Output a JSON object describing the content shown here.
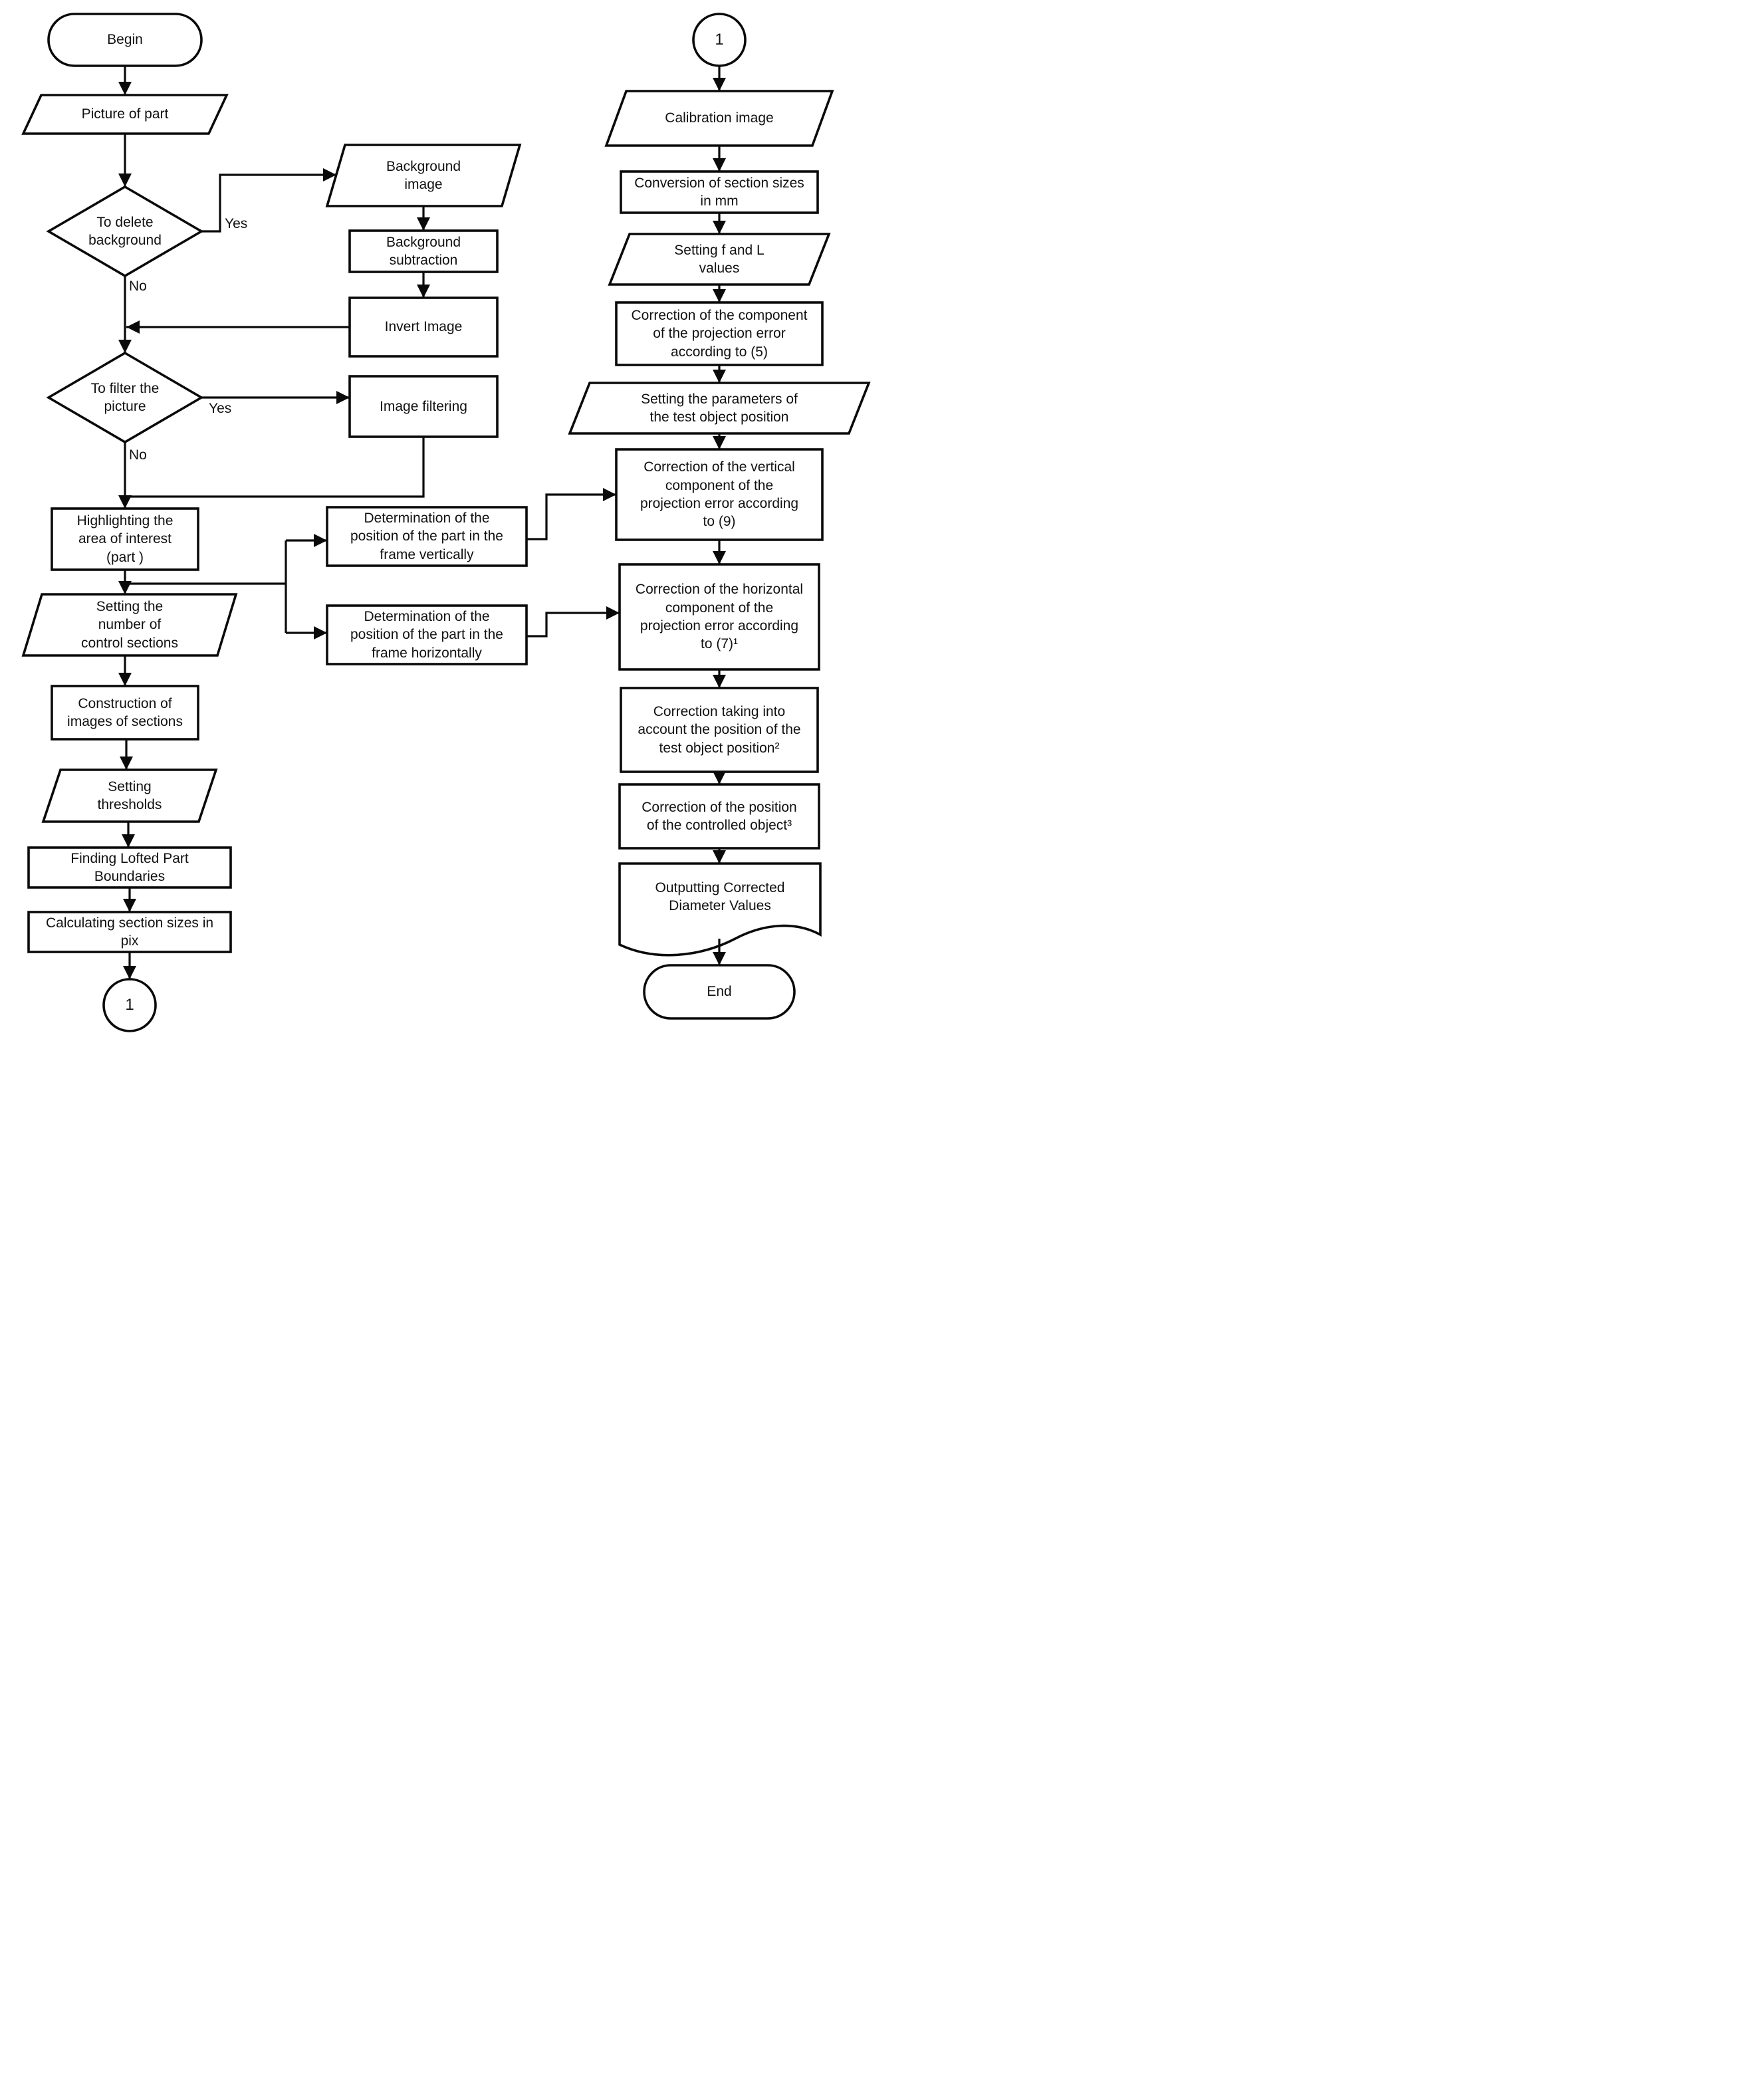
{
  "colors": {
    "line": "#0a0a0a",
    "background": "#ffffff",
    "text": "#111111"
  },
  "nodes": {
    "begin": {
      "shape": "terminator",
      "label": "Begin"
    },
    "picture_of_part": {
      "shape": "data",
      "label": "Picture of part"
    },
    "delete_background": {
      "shape": "decision",
      "label": "To delete\nbackground"
    },
    "background_image": {
      "shape": "data",
      "label": "Background\nimage"
    },
    "background_subtraction": {
      "shape": "process",
      "label": "Background\nsubtraction"
    },
    "invert_image": {
      "shape": "process",
      "label": "Invert Image"
    },
    "filter_picture": {
      "shape": "decision",
      "label": "To filter the\npicture"
    },
    "image_filtering": {
      "shape": "process",
      "label": "Image filtering"
    },
    "highlighting": {
      "shape": "process",
      "label": "Highlighting the\narea of interest\n(part )"
    },
    "setting_sections": {
      "shape": "data",
      "label": "Setting the\nnumber of\ncontrol sections"
    },
    "construction": {
      "shape": "process",
      "label": "Construction of\nimages of sections"
    },
    "thresholds": {
      "shape": "data",
      "label": "Setting\nthresholds"
    },
    "finding_boundaries": {
      "shape": "process",
      "label": "Finding Lofted Part\nBoundaries"
    },
    "calculating_sizes": {
      "shape": "process",
      "label": "Calculating section sizes in\npix"
    },
    "connector_left": {
      "shape": "connector",
      "label": "1"
    },
    "connector_right": {
      "shape": "connector",
      "label": "1"
    },
    "calibration_image": {
      "shape": "data",
      "label": "Calibration image"
    },
    "conversion_mm": {
      "shape": "process",
      "label": "Conversion of section sizes\nin mm"
    },
    "setting_f_l": {
      "shape": "data",
      "label": "Setting f and L\nvalues"
    },
    "correction_5": {
      "shape": "process",
      "label": "Correction of the component\nof the projection error\naccording to (5)"
    },
    "setting_params": {
      "shape": "data",
      "label": "Setting the parameters of\nthe test object position"
    },
    "det_vertical": {
      "shape": "process",
      "label": "Determination of the\nposition of the part in the\nframe vertically"
    },
    "det_horizontal": {
      "shape": "process",
      "label": "Determination of the\nposition of the part in the\nframe horizontally"
    },
    "correction_9": {
      "shape": "process",
      "label": "Correction of the vertical\ncomponent of the\nprojection error according\nto (9)"
    },
    "correction_7": {
      "shape": "process",
      "label": "Correction of the horizontal\ncomponent of the\nprojection error according\nto (7)¹"
    },
    "correction_test_object": {
      "shape": "process",
      "label": "Correction taking into\naccount the position of the\ntest object position²"
    },
    "correction_controlled": {
      "shape": "process",
      "label": "Correction of the position\nof the controlled object³"
    },
    "outputting": {
      "shape": "document",
      "label": "Outputting Corrected\nDiameter Values"
    },
    "end": {
      "shape": "terminator",
      "label": "End"
    }
  },
  "edge_labels": {
    "delete_background_yes": "Yes",
    "delete_background_no": "No",
    "filter_picture_yes": "Yes",
    "filter_picture_no": "No"
  }
}
